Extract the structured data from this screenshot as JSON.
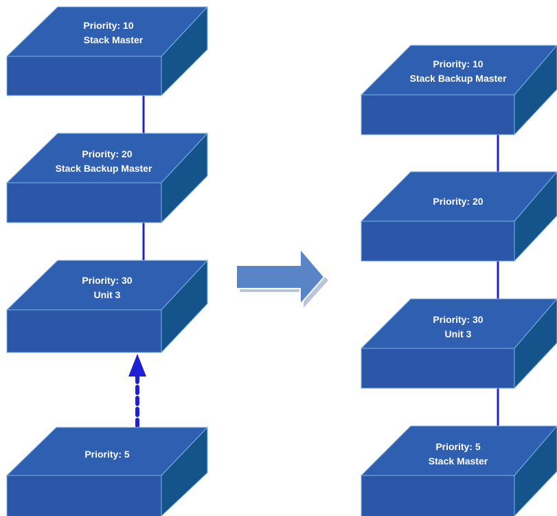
{
  "diagram": {
    "colors": {
      "box_top": "#2f5fb0",
      "box_front": "#2c57a8",
      "box_side": "#14548a",
      "box_edge": "#7fb3e6",
      "connector": "#1f1fd6",
      "arrow_light": "#5a84c8",
      "arrow_shadow": "#b9c6d8"
    },
    "before_stack": [
      {
        "line1": "Priority: 10",
        "line2": "Stack Master"
      },
      {
        "line1": "Priority: 20",
        "line2": "Stack Backup Master"
      },
      {
        "line1": "Priority: 30",
        "line2": "Unit 3"
      },
      {
        "line1": "Priority: 5",
        "line2": ""
      }
    ],
    "after_stack": [
      {
        "line1": "Priority: 10",
        "line2": "Stack Backup Master"
      },
      {
        "line1": "Priority: 20",
        "line2": ""
      },
      {
        "line1": "Priority: 30",
        "line2": "Unit 3"
      },
      {
        "line1": "Priority: 5",
        "line2": "Stack Master"
      }
    ],
    "transition_arrow": "right-arrow-icon",
    "join_arrow": "dashed-up-arrow-icon"
  }
}
